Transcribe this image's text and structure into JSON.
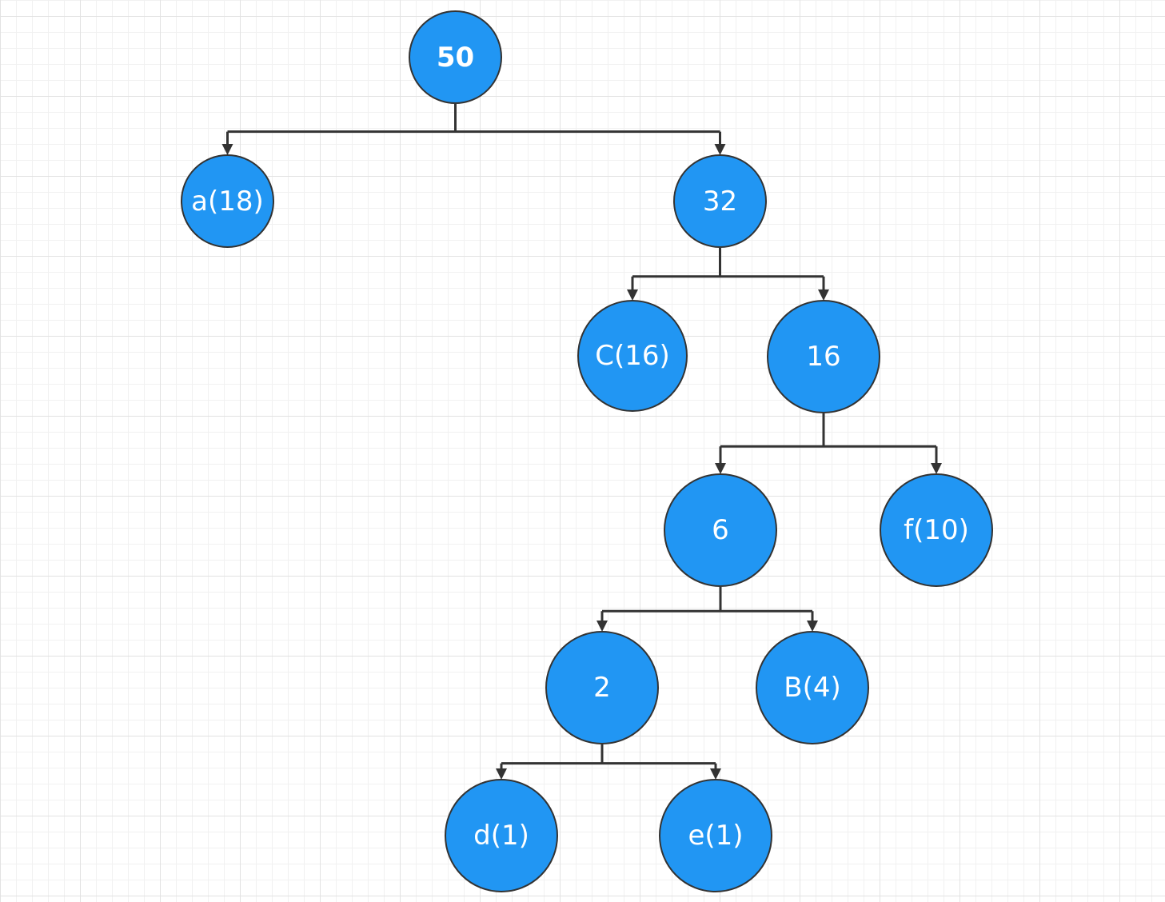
{
  "colors": {
    "node_fill": "#2196f3",
    "node_border": "#333333",
    "node_text": "#ffffff",
    "edge": "#333333"
  },
  "nodes": {
    "root": "50",
    "a": "a(18)",
    "n32": "32",
    "c": "C(16)",
    "n16": "16",
    "n6": "6",
    "f": "f(10)",
    "n2": "2",
    "b": "B(4)",
    "d": "d(1)",
    "e": "e(1)"
  },
  "edges": [
    [
      "root",
      "a"
    ],
    [
      "root",
      "n32"
    ],
    [
      "n32",
      "c"
    ],
    [
      "n32",
      "n16"
    ],
    [
      "n16",
      "n6"
    ],
    [
      "n16",
      "f"
    ],
    [
      "n6",
      "n2"
    ],
    [
      "n6",
      "b"
    ],
    [
      "n2",
      "d"
    ],
    [
      "n2",
      "e"
    ]
  ]
}
